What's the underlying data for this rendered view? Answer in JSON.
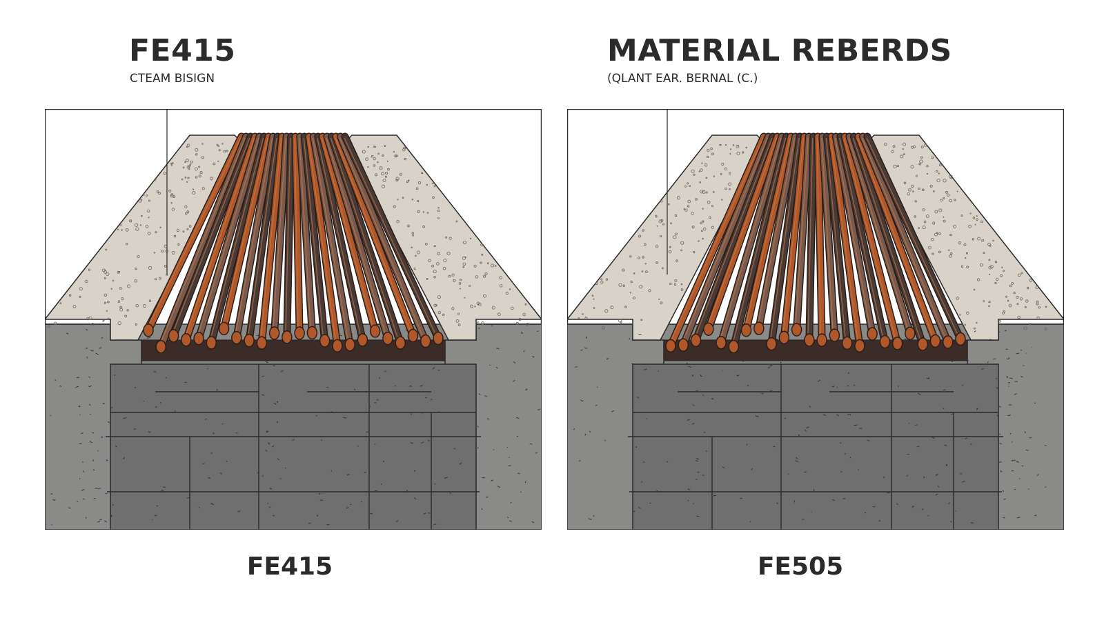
{
  "left": {
    "title": "FE415",
    "subtitle": "CTEAM BISIGN",
    "caption": "FE415"
  },
  "right": {
    "title": "MATERIAL REBERDS",
    "subtitle": "(QLANT EAR. BERNAL (C.)",
    "caption": "FE505"
  },
  "colors": {
    "concrete_light": "#d8d2c8",
    "block_gray": "#6f6f6f",
    "block_gray_light": "#8a8a88",
    "rebar_dark": "#4a3a35",
    "rebar_rust": "#b0582a",
    "rebar_mid": "#7a5a4c",
    "line": "#2a2a2a"
  },
  "icons": [
    "leader-line"
  ]
}
